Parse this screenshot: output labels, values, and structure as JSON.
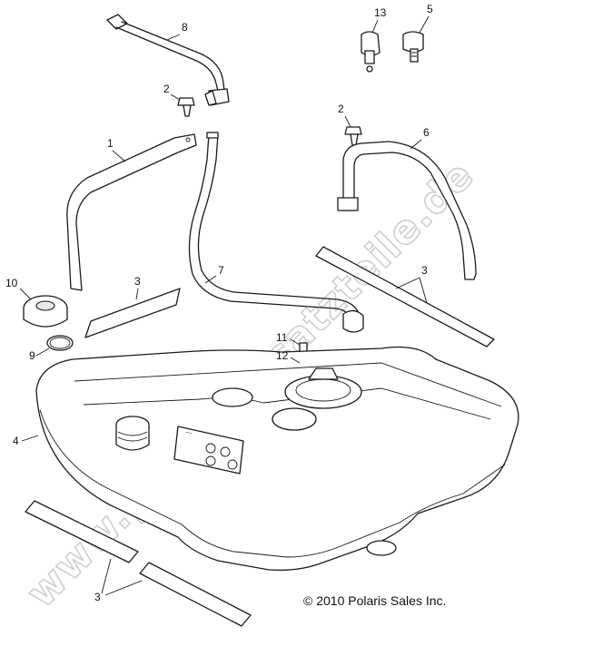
{
  "diagram": {
    "callouts": [
      {
        "id": "c8",
        "label": "8"
      },
      {
        "id": "c13",
        "label": "13"
      },
      {
        "id": "c5",
        "label": "5"
      },
      {
        "id": "c2a",
        "label": "2"
      },
      {
        "id": "c2b",
        "label": "2"
      },
      {
        "id": "c1",
        "label": "1"
      },
      {
        "id": "c6",
        "label": "6"
      },
      {
        "id": "c10",
        "label": "10"
      },
      {
        "id": "c3a",
        "label": "3"
      },
      {
        "id": "c7",
        "label": "7"
      },
      {
        "id": "c3b",
        "label": "3"
      },
      {
        "id": "c9",
        "label": "9"
      },
      {
        "id": "c11",
        "label": "11"
      },
      {
        "id": "c12",
        "label": "12"
      },
      {
        "id": "c4",
        "label": "4"
      },
      {
        "id": "c3c",
        "label": "3"
      }
    ],
    "copyright": "© 2010 Polaris Sales Inc.",
    "watermark": "www.polarisersatzteile.de"
  }
}
